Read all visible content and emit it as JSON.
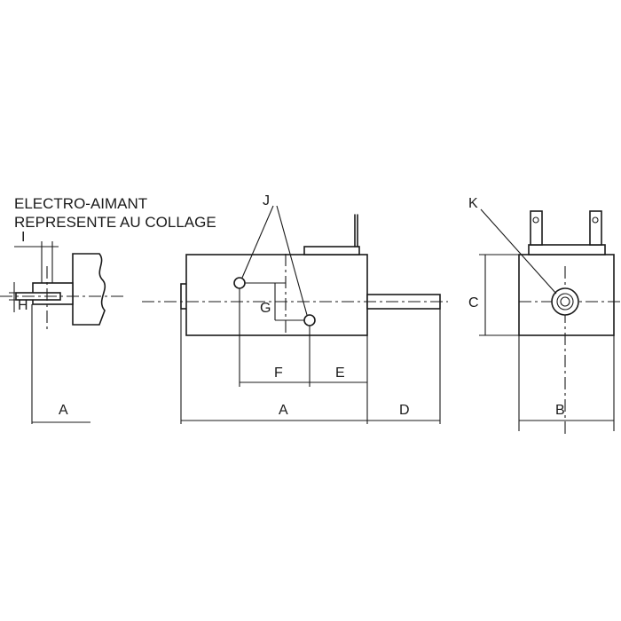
{
  "title": {
    "line1": "ELECTRO-AIMANT",
    "line2": "REPRESENTE AU COLLAGE"
  },
  "labels": {
    "I": "I",
    "H": "H",
    "A_left": "A",
    "J": "J",
    "G": "G",
    "F": "F",
    "E": "E",
    "A_mid": "A",
    "D": "D",
    "K": "K",
    "C": "C",
    "B": "B"
  }
}
